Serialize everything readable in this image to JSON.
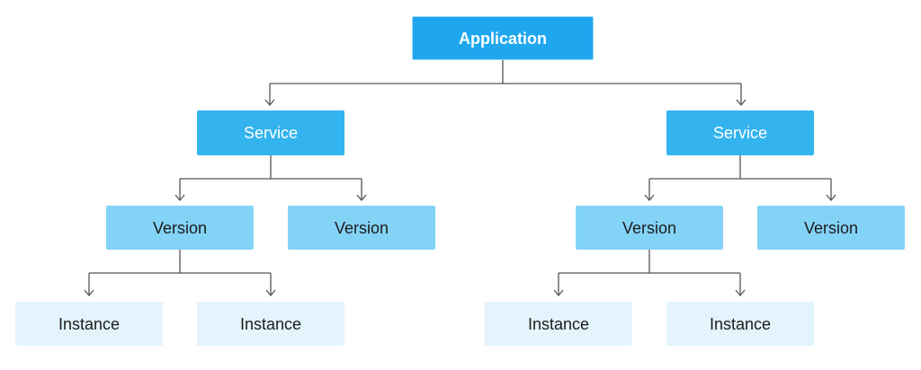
{
  "colors": {
    "application": "#1ea7ef",
    "service": "#33b4ee",
    "version": "#83d3f6",
    "instance": "#e3f4fc",
    "connector": "#555555"
  },
  "tree": {
    "application": {
      "label": "Application"
    },
    "services": [
      {
        "label": "Service",
        "versions": [
          {
            "label": "Version",
            "instances": [
              {
                "label": "Instance"
              },
              {
                "label": "Instance"
              }
            ]
          },
          {
            "label": "Version",
            "instances": []
          }
        ]
      },
      {
        "label": "Service",
        "versions": [
          {
            "label": "Version",
            "instances": [
              {
                "label": "Instance"
              },
              {
                "label": "Instance"
              }
            ]
          },
          {
            "label": "Version",
            "instances": []
          }
        ]
      }
    ]
  }
}
